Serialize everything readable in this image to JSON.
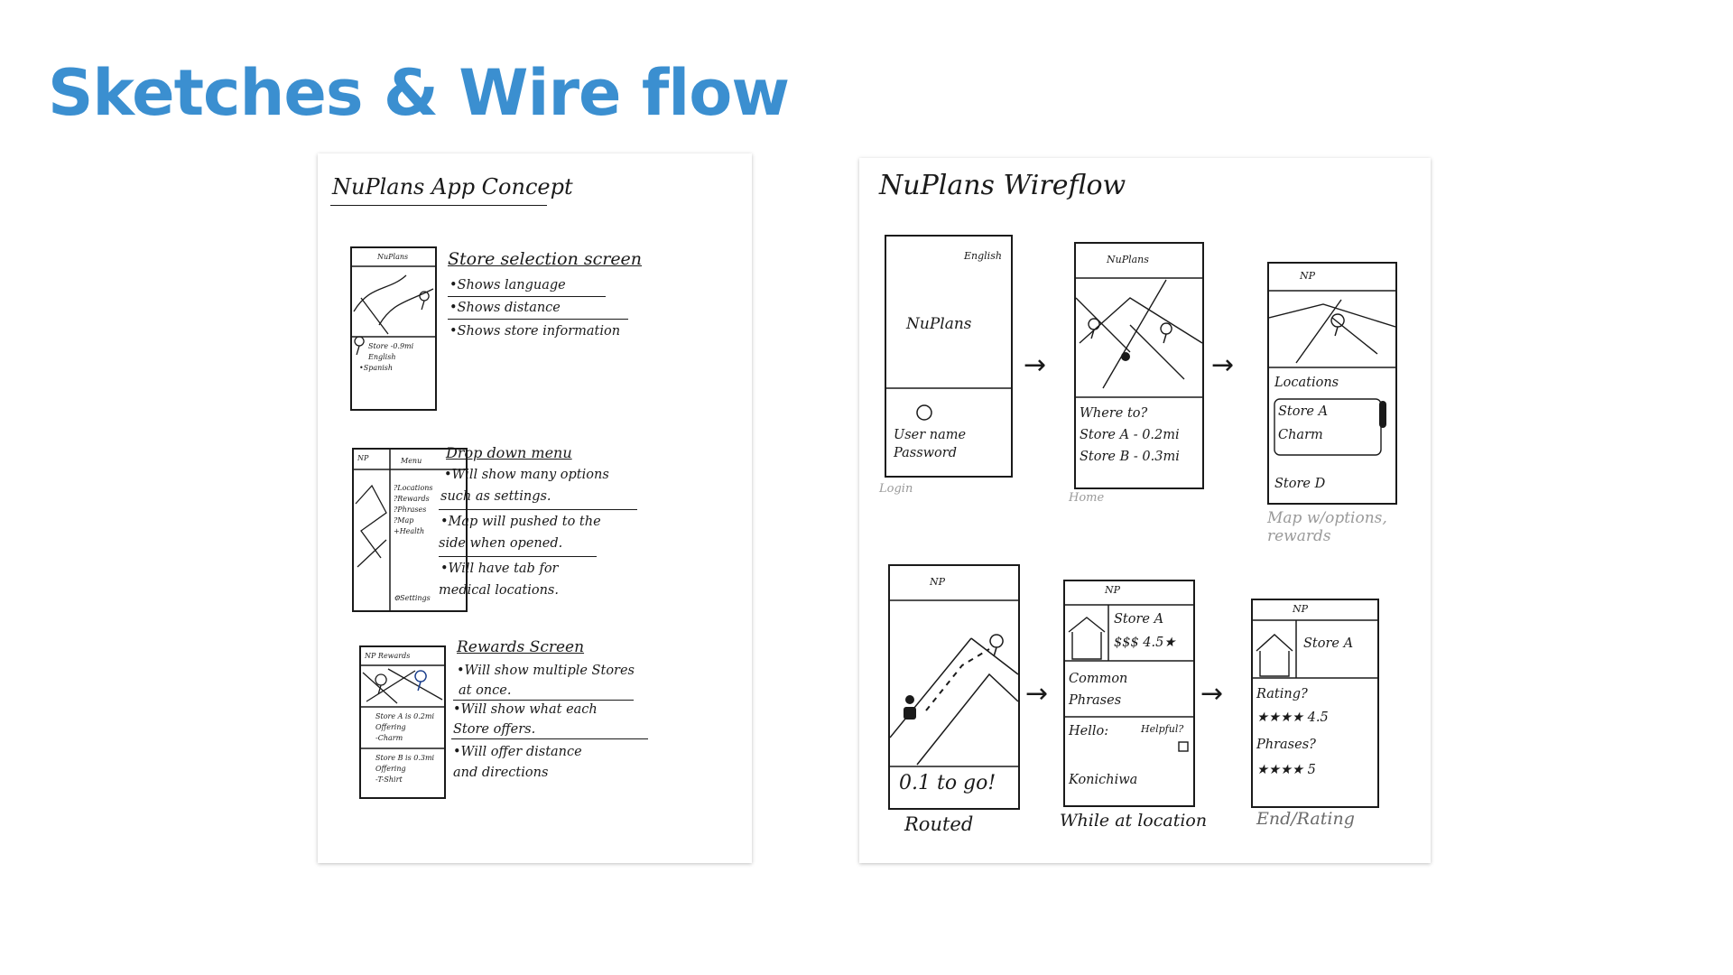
{
  "slide": {
    "title": "Sketches & Wire flow"
  },
  "concept": {
    "title": "NuPlans App Concept",
    "sections": [
      {
        "heading": "Store selection screen",
        "bullets": [
          "•Shows language",
          "•Shows distance",
          "•Shows store information"
        ],
        "phone": {
          "header": "NuPlans",
          "lines": [
            "Store -0.9mi",
            "English",
            "•Spanish"
          ]
        }
      },
      {
        "heading": "Drop down menu",
        "bullets": [
          "•Will show many options",
          "such as settings.",
          "•Map will pushed to the",
          "side when opened.",
          "•Will have tab for",
          "medical locations."
        ],
        "phone": {
          "header": "NP",
          "menu_title": "Menu",
          "menu_items": [
            "?Locations",
            "?Rewards",
            "?Phrases",
            "?Map",
            "+Health"
          ],
          "settings": "⚙Settings"
        }
      },
      {
        "heading": "Rewards Screen",
        "bullets": [
          "•Will show multiple Stores",
          "at once.",
          "•Will show what each",
          "Store offers.",
          "•Will offer distance",
          "and directions"
        ],
        "phone": {
          "header": "NP Rewards",
          "store_a": [
            "Store A is 0.2mi",
            "Offering",
            "-Charm"
          ],
          "store_b": [
            "Store B is 0.3mi",
            "Offering",
            "-T-Shirt"
          ]
        }
      }
    ]
  },
  "wireflow": {
    "title": "NuPlans Wireflow",
    "screens": [
      {
        "caption": "Login",
        "lines": [
          "English",
          "NuPlans",
          "User name",
          "Password"
        ]
      },
      {
        "caption": "Home",
        "header": "NuPlans",
        "lines": [
          "Where to?",
          "Store A - 0.2mi",
          "Store B - 0.3mi"
        ]
      },
      {
        "caption": "Map w/options, rewards",
        "header": "NP",
        "lines": [
          "Locations",
          "Store A",
          "Charm",
          "Store D"
        ]
      },
      {
        "caption": "Routed",
        "header": "NP",
        "lines": [
          "0.1 to go!"
        ]
      },
      {
        "caption": "While at location",
        "header": "NP",
        "lines": [
          "Store A",
          "$$$ 4.5★",
          "Common",
          "Phrases",
          "Hello:",
          "Helpful?",
          "Konichiwa"
        ]
      },
      {
        "caption": "End/Rating",
        "header": "NP",
        "lines": [
          "Store A",
          "Rating?",
          "★★★★ 4.5",
          "Phrases?",
          "★★★★ 5"
        ]
      }
    ],
    "arrow_glyph": "→"
  }
}
